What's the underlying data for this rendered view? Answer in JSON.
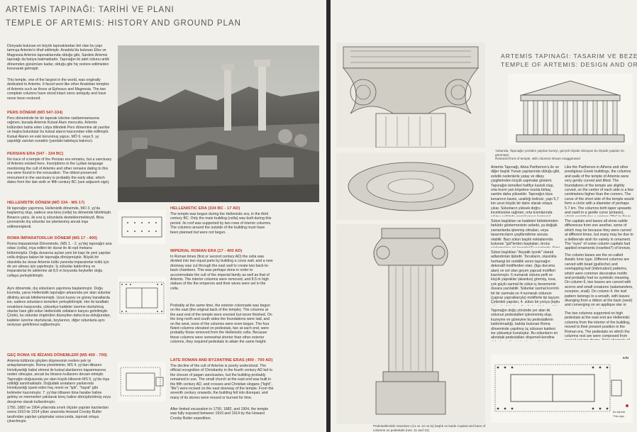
{
  "left": {
    "title_tr": "ARTEMİS TAPINAĞI: TARİHİ VE PLANI",
    "title_en": "TEMPLE OF ARTEMIS: HISTORY AND GROUND PLAN",
    "intro_tr": "Dünyada bulunan en büyük tapınaklardan biri olan bu yapı tarmışa Artemis'e ithaf edilmiştir. Anadolu'da bulunan Efes ve Magnesia Artemis tapınaklarında olduğu gibi, Sardeis Artemis tapınağı da batıya bakmaktadır. Tapınağın iki adet sütunu antik dönemden günümüze kadar, olduğu gibi hiç restore edilmeden korunarak gelmiştir.",
    "intro_en": "This temple, one of the largest in the world, was originally dedicated to Artemis. It faced west like other Anatolian temples of Artemis such as those at Ephesus and Magnesia. The two complete columns have stood intact since antiquity and have never been restored.",
    "pers_h": "PERS DÖNEMİ (MÖ 547-334)",
    "pers_tr": "Pers döneminde bir bir tapınak izlerine rastlanmamasına rağmen, burada Artemis Kutsal Alanı mevcuttu. Artemis kültünden bahis eden Lidya dilindeki Pers dönemine ait yazıtlar ve başka buluntular bu kutsal alanın kazısından elde edilmiştir. Kutsal Alanın en eski korunmuş yapısı, MÖ 6. veya 5. yy yapıldığı sanılan sunaktır (yandaki tabelaya bakınız).",
    "persian_h": "PERSIAN ERA (547 - 334 BC)",
    "persian_en": "No trace of a temple of the Persian era remains, but a sanctuary of Artemis existed here. Inscriptions in the Lydian language mentioning the cult of Artemis and other remains dating to this era were found in the excavation. The oldest preserved monument in the sanctuary is probably the early altar, which dates from the late sixth or fifth century BC (see adjacent sign).",
    "hel_h_tr": "HELLENİSTİK DÖNEM (MÖ 334 - MS 17)",
    "hel_tr": "İlk tapınağın yapımına, Hellenistik dönemde, MÖ 3. yy'da başlanmış olup, sadece ana bina (cella) bu dönemde bitirilmiştir. Binanın çatısı, iki sıra iç sütunlarla desteklenmekteydi. Bina çevresinde dış sütunlar ise planlanmış ancak inşa edilmemişlerdi.",
    "hel_h_en": "HELLENISTIC ERA (334 BC - 17 AD)",
    "hel_en": "The temple was begun during the Hellenistic era, in the third century BC. Only the main building (cella) was built during this period. Its roof was supported by two rows of interior columns. The columns around the outside of the building must have been planned but were not begun.",
    "rom_h_tr": "ROMA İMPARATORLUK DÖNEMİ (MS 17 - 400)",
    "rom_tr": "Roma İmparatorluk Döneminde, (MS 1. - 2. yy'da) tapınağın ana odası (cella), inşa edilen bir duvar ile iki eşit mekana bölünmüştür. Doğu duvarına açılan yeni bir kapı ile yeni yapılan cella doğuya bakan bir tapınağa dönüşmüştür. Büyük bir olasılıkla bu duvar Artemis kültü yanında imparatorlar kültü için de yer alması için yapılmıştır. İç sütunlar kaldırılmış ve imparatorlar ile ailelerine ait 8,5 m boyunda heykeller doğu cellaya yerleştirilmiştir.",
    "rom_tr2": "Aynı dönemde, dış sütunların yapımına başlanmıştır. Doğu kısımda, yarısı Hellenistik tapınağın arkasında yer alan sütunlar dikilmiş ancak bitirilememiştir. Uzun kuzey ve güney kanatlarda ise, sadece sütunların temelleri yerleştirilmiştir. Her iki taraftaki revakların karşısında, yüksekçe kaideler üzerine oturtulmuş olanlar hare gibi sütun Hellenistik cellaların karşısı getirilmiştir. Çünkü, bu sütunlar öngörülen düzeyden daha kısa olduğundan, kaideler üzerine oturtulurak, boylarının, diğer sütunlarla aynı seviyeye getirilmesi sağlanmıştır.",
    "rom_h_en": "IMPERIAL ROMAN ERA (17 - 400 AD)",
    "rom_en": "In Roman times (first or second century AD) the cella was divided into two equal parts by building a cross wall, and a new doorway was cut through the east wall to create two back-to-back chambers. This was perhaps done in order to accommodate the cult of the imperial family as well as that of Artemis. The interior columns were removed, and 8.5 m high statues of the the emperors and their wives were set in the cella.",
    "rom_en2": "Probably at the same time, the exterior colonnade was begun on the east (the original back of the temple). The columns at the east end of the temple were erected but never finished. On the long north and south sides the foundations were laid, and on the west, none of the columns were even begun. The four fluted columns elevated on pedestals, two at each end, were probably those removed from the Hellenistic cella. Because these columns were somewhat shorter than other exterior columns, they required pedestals to attain the same height.",
    "late_h_tr": "GEÇ ROMA VE BİZANS DÖNEMLERİ (MS 400 - 700)",
    "late_tr": "Artemis kültünün göçden düşmesinin nedenı pek iyi anlaşılamamıştır. Roma yönetiminin, MS 4. yy'dan itibaren Hıristiyanlığı kabul etmesi ile kutsal alanlarının kapanmasına neden olmuştur, ancak bu binanın kullanımı devam etmiştir. Tapınağın doğusunda yer alan küçük kilisenin MS 5. yy'da inşa edildiği sanılmaktadır. Doğudaki anıtaların yanlarında Hıristiyanlığı işaret eden haç resmi ve \"işik\", \"hayat\" gibi kelimeler kazınmıştır. 7. yy'dan itibaren bina harabe haline gelmiş ve mermerleri yakılarak kireç haline dönüştürülmüş veya devşirme olarak kullanılmıştır.",
    "late_tr2": "1750, 1882 ve 1904 yıllarında sınırlı ölçüde yapılan kazılardan sonra 1910 ile 1914 yılları arasında Howard Crosby Butler tarafından yapılan çalışmalar sonucunda, tapınak ortaya çıkarılmıştır.",
    "late_h_en": "LATE ROMAN AND BYZANTINE ERAS (400 - 700 AD)",
    "late_en": "The decline of the cult of Artemis is poorly understood. The official recognition of Christianity in the fourth century AD led to the closure of pagan sanctuaries, but the building probably remained in use. The small church at the east end was built in the fifth century AD, and crosses and Christian slogans (\"light\", \"life\") were incised on the east doorway of the temple. From the seventh century onwards, the building fell into disrepair, and many of its stones were reused or burned for lime.",
    "late_en2": "After limited excavation in 1750, 1882, and 1904, the temple was fully exposed between 1910 and 1914 by the Howard Crosby Butler expedition."
  },
  "right": {
    "title_tr": "ARTEMİS TAPINAĞI: TASARIM VE BEZEM",
    "title_en": "TEMPLE OF ARTEMIS: DESIGN AND ORNAMENT",
    "elev_caption": "Yukarıda, Tapınağın yeniden yapılan kuzeyi, gerçek ölçüde olmayan bu ölçüde yapılan ön görünüşü\nRestored front of temple, with columns shown exaggerated",
    "col1_tr": "Artemis Tapınağı, Atina Parthenon'u ile ve diğer başlık Yunan yapılarında olduğu gibi, estetik nedenlerle yatay ve dikey çizgilerinden küçük sapmalar gösterir. Tapınağın temelleri hafifçe kavisli olup, orta kısım yan köşelere oranla birkaç santim daha yüksektir. Tapınağın tüsa kenarının kavisi, uzaklığı belirsiz, yapı 5,7 km uzun büyük bir daire olarak ortaya çıkar. Sütunların yüksek doğru incelmesine rağmen, orta kısmlarında çıkma şeklinde genişlemesi (entasis) bulunur. Dış sütunlar ise tavanlarını ağırlığının hissetmek esnek bir yaşam belirtisi gösterir.",
    "col1_tr2": "Sütun başlıkları ve kaideleri birbirlerinden farklıdır göstermesinin sebebi, ya değişik zamanlarda işlenmiş olmaları, veya tasarımcıların çeşitlendirme arzusu olabilir. Bazı sütun başlık noktalarında bulunan \"gül\"lerden başkaları, bronz süslemelere ait (rozetler?) yuvalardır. Kimi yuvalarda bu bronz süslemelerin izine sahip bağlantı yerleri belirtilmiştir.",
    "col1_tr3": "Sütun başlıkları \"Asyatik İyonik\" olarak adlandırılan tiptedir. Torusların, olasılıkla herhangi bir renklilik veren tapınağın dekoratif motiflerden olan, (ligu duruma alan) ve sol olan geçen yapısal motifleri kazınmıştır. 6 numaralı sütunu pelli ve küçük yapraklar (akantus) görmüş, kısa, çok güçlü sarmal ile sütun iç bezemenin duvara yazılabilir. Sütunlar sarmal kıvrımlı bir bir sarmala ve 4 numaralı sütunun (çapraz yapraklarıyla) motiflerle tip taşıyor. Çekirdek yapıları, 4. sütun bir yonça (toplu sütundan) bir kanallar ile başlık kısmı (düz olarak) gerilmiş (fenestrelli) sadece yumuşak bronz olan sütun tabanlarından, (döşemeli) kazınmış olup. 6 numaralı sütun parçaları görmüşlerdir.",
    "col1_tr4": "Tapınağın doğu yönünde yer alan iki sütunun pedestalleri işlenmemiş olup, kuzeyine ve güneyine bu pedestallerin kaldırılmadığı, batıda bulunan Roma döneminde yapılmış üç sütunun kaidesi ise yüksekçe kuruluştur. Bu sütunların en altındaki pedestalları döşemeli-kendine dek olan, sütun tabanlarına ait, batıda ve burada bulunan yonca kabartmalar görülebilmektedir.",
    "col2_en": "Like the Parthenon in Athens and other prestigious Greek buildings, the columns and walls of the temple of Artemis were very gently curved and tilted. The foundations of the temple are slightly curved, so the center of each side is a few centimeters higher than the corners. The curve of the short side of the temple would form a circle with a diameter of perhaps 5.7 km. The columns both taper upwards and swell in a gentle curve (entasis), which contributes a springy \"life\" to them, responding to the weight of ceiling and roof that they support.",
    "col2_en2": "The capitals and bases all show subtle differences from one another, some of which may be because they were carved at different times, but many may be due to a deliberate wish for variety in ornament. The \"eyes\" of some column capitals had applied ornaments (rosettes?) of bronze, now missing but visible from the sockets in the center of the volutes, some of which contain bronze stems.",
    "col2_en3": "The column bases are the so-called Asiatic Ionic type. Different columns are carved with bead (guilloche) and overlapping leaf (imbrication) patterns, which were common decorative motifs and probably had no symbolic meaning. On column 6, two leaves are carved with acorns and small creatures (salamanders, scorpion, snail). On column 4, the leaf pattern belongs to a wreath, with leaves diverging from a ribbon at the back (west) and converging on an applique star or rosette, attested by attachment socket holes, at the front (east). For the inscription on this column, see the adjacent sign.",
    "col2_en4": "The two columns supported on high pedestals at the east end are Hellenistic columns from the interior of the building, moved to their present position in the Roman era. The pedestals on which the columns rest are were composed from reused column drums. Note channels of which may be recognized at several corners.",
    "capital_caption": "Pedestallerdeki sütunların (11 ve 12 no.lu) başlık ve kaide\nCapital and base of columns on pedestals (nos. 11 and 12)",
    "plan_label": "Bu tabela\nThis sign",
    "north_label": "K/N"
  }
}
